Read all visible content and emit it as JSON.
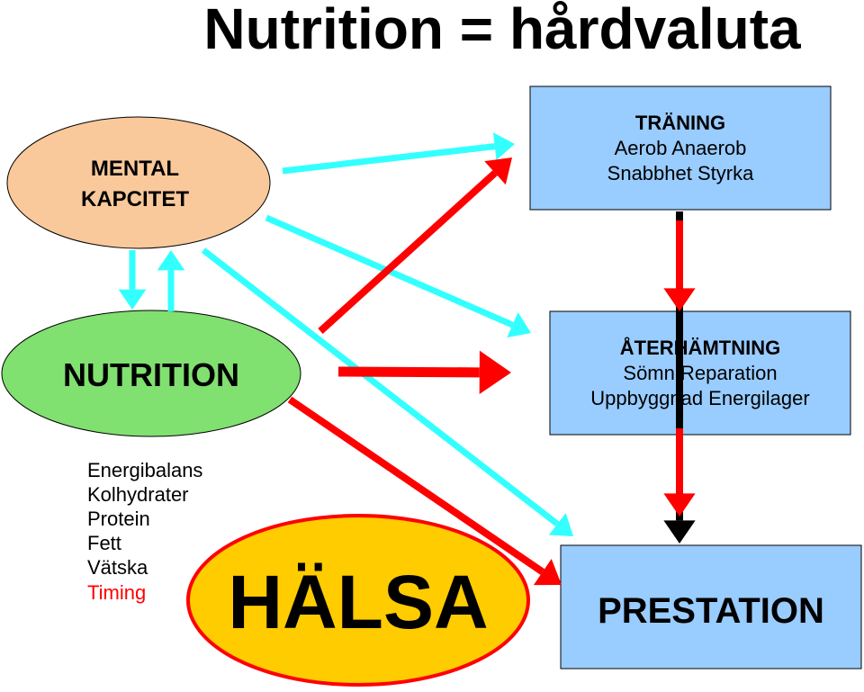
{
  "title": "Nutrition = hårdvaluta",
  "colors": {
    "ellipse_mental": "#f9c99b",
    "ellipse_nutrition": "#80e070",
    "ellipse_halsa_fill": "#ffcc00",
    "ellipse_halsa_border": "#ff0000",
    "box_fill": "#99ccff",
    "arrow_cyan": "#33ffff",
    "arrow_red": "#ff0000",
    "arrow_black": "#000000",
    "timing_text": "#ff0000"
  },
  "nodes": {
    "mental": {
      "line1": "MENTAL",
      "line2": "KAPCITET"
    },
    "nutrition": {
      "label": "NUTRITION"
    },
    "halsa": {
      "label": "HÄLSA"
    },
    "traning": {
      "title": "TRÄNING",
      "line1": "Aerob Anaerob",
      "line2": "Snabbhet Styrka"
    },
    "aterhamtning": {
      "title": "ÅTERHÄMTNING",
      "line1": "Sömn Reparation",
      "line2": "Uppbyggnad Energilager"
    },
    "prestation": {
      "label": "PRESTATION"
    }
  },
  "nutrition_factors": [
    "Energibalans",
    "Kolhydrater",
    "Protein",
    "Fett",
    "Vätska",
    "Timing"
  ],
  "edges": [
    {
      "from": "mental",
      "to": "nutrition",
      "color": "cyan"
    },
    {
      "from": "nutrition",
      "to": "mental",
      "color": "cyan"
    },
    {
      "from": "mental",
      "to": "traning",
      "color": "cyan"
    },
    {
      "from": "mental",
      "to": "aterhamtning",
      "color": "cyan"
    },
    {
      "from": "mental",
      "to": "prestation",
      "color": "cyan"
    },
    {
      "from": "nutrition",
      "to": "traning",
      "color": "red"
    },
    {
      "from": "nutrition",
      "to": "aterhamtning",
      "color": "red"
    },
    {
      "from": "nutrition",
      "to": "prestation",
      "color": "red"
    },
    {
      "from": "traning",
      "to": "aterhamtning",
      "color": "red"
    },
    {
      "from": "aterhamtning",
      "to": "prestation",
      "color": "red"
    },
    {
      "from": "traning",
      "to": "prestation",
      "color": "black"
    }
  ]
}
